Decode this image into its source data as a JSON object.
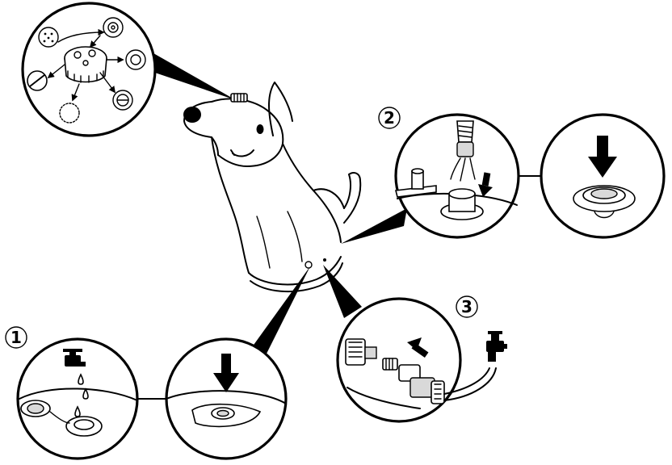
{
  "steps": [
    {
      "number": "1"
    },
    {
      "number": "2"
    },
    {
      "number": "3"
    }
  ],
  "icons": {
    "dial": "spray-pattern-dial-icon",
    "faucet": "faucet-icon",
    "arrow": "down-arrow-icon",
    "hose": "garden-hose-icon"
  },
  "colors": {
    "line": "#000000",
    "background": "#ffffff"
  }
}
